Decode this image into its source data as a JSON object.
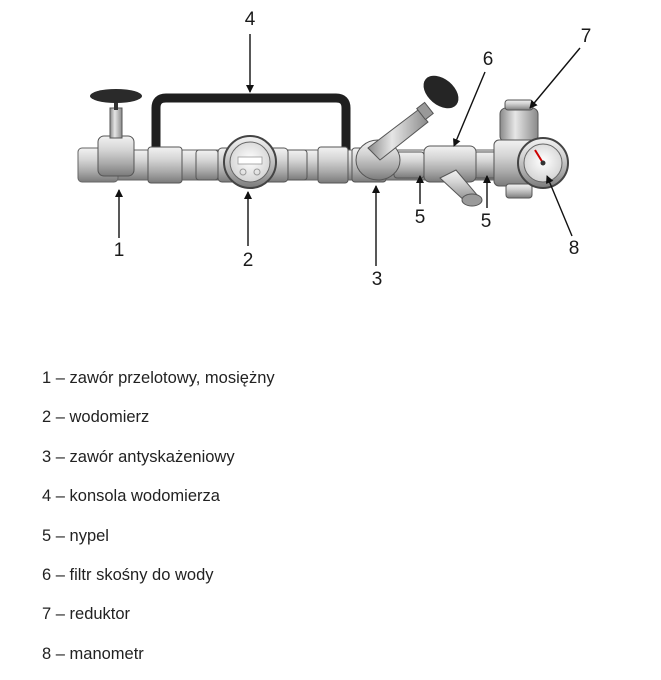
{
  "callouts": [
    "1",
    "2",
    "3",
    "4",
    "5",
    "5",
    "6",
    "7",
    "8"
  ],
  "legend": [
    "1 – zawór przelotowy, mosiężny",
    "2 – wodomierz",
    "3 – zawór antyskażeniowy",
    "4 – konsola wodomierza",
    "5 – nypel",
    "6 – filtr skośny do wody",
    "7 – reduktor",
    "8 – manometr"
  ]
}
